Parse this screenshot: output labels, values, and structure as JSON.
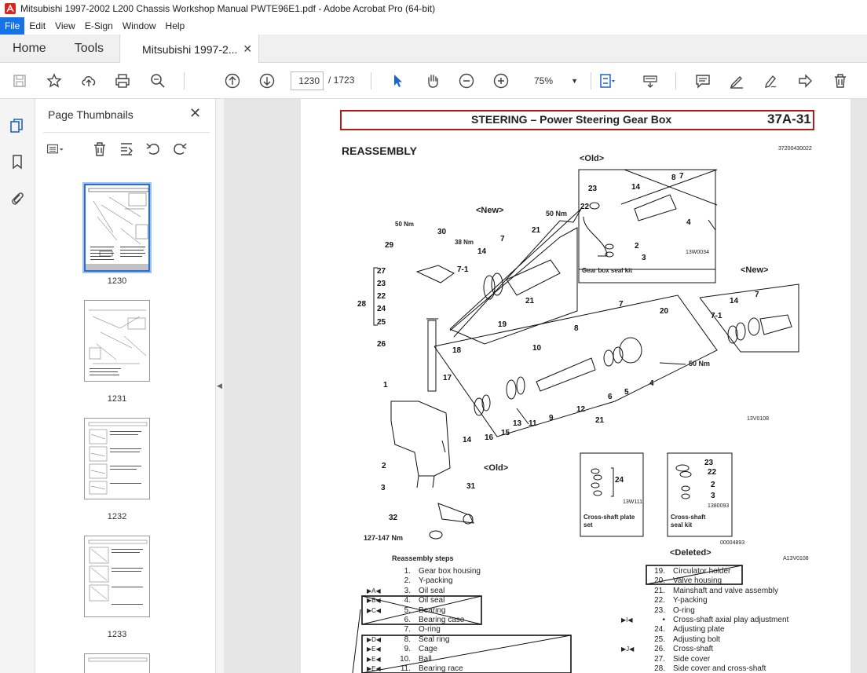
{
  "window": {
    "title": "Mitsubishi 1997-2002 L200 Chassis Workshop Manual PWTE96E1.pdf - Adobe Acrobat Pro (64-bit)"
  },
  "menu": [
    "File",
    "Edit",
    "View",
    "E-Sign",
    "Window",
    "Help"
  ],
  "tabs": {
    "home": "Home",
    "tools": "Tools",
    "document": "Mitsubishi 1997-2..."
  },
  "toolbar": {
    "current_page": "1230",
    "total_pages": "/ 1723",
    "zoom": "75%"
  },
  "panel": {
    "title": "Page Thumbnails"
  },
  "thumbnails": [
    {
      "label": "1230"
    },
    {
      "label": "1231"
    },
    {
      "label": "1232"
    },
    {
      "label": "1233"
    }
  ],
  "page": {
    "header": "STEERING – Power Steering Gear Box",
    "header_num": "37A-31",
    "section": "REASSEMBLY",
    "code": "37200430022",
    "label_old_top": "<Old>",
    "label_new_mid": "<New>",
    "label_new_right": "<New>",
    "label_old_mid": "<Old>",
    "label_deleted": "<Deleted>",
    "gear_box_seal_kit": "Gear box seal kit",
    "code_13w0034": "13W0034",
    "code_13v0108": "13V0108",
    "code_13w111": "13W111",
    "code_1380093": "1380093",
    "code_00004893": "00004893",
    "code_a13v0108": "A13V0108",
    "cross_shaft_plate_set": "Cross-shaft plate set",
    "cross_shaft_seal_kit": "Cross-shaft seal kit",
    "torque_50": "50 Nm",
    "torque_38": "38 Nm",
    "torque_127": "127-147 Nm",
    "steps_title": "Reassembly steps",
    "steps_left": [
      {
        "mark": "",
        "n": "1.",
        "t": "Gear box housing"
      },
      {
        "mark": "",
        "n": "2.",
        "t": "Y-packing"
      },
      {
        "mark": "▶A◀",
        "n": "3.",
        "t": "Oil seal"
      },
      {
        "mark": "▶B◀",
        "n": "4.",
        "t": "Oil seal"
      },
      {
        "mark": "▶C◀",
        "n": "5.",
        "t": "Bearing"
      },
      {
        "mark": "",
        "n": "6.",
        "t": "Bearing case"
      },
      {
        "mark": "",
        "n": "7.",
        "t": "O-ring"
      },
      {
        "mark": "▶D◀",
        "n": "8.",
        "t": "Seal ring"
      },
      {
        "mark": "▶E◀",
        "n": "9.",
        "t": "Cage"
      },
      {
        "mark": "▶E◀",
        "n": "10.",
        "t": "Ball"
      },
      {
        "mark": "▶E◀",
        "n": "11.",
        "t": "Bearing race"
      }
    ],
    "steps_right": [
      {
        "mark": "",
        "n": "19.",
        "t": "Circulator holder"
      },
      {
        "mark": "",
        "n": "20.",
        "t": "Valve housing"
      },
      {
        "mark": "",
        "n": "21.",
        "t": "Mainshaft and valve assembly"
      },
      {
        "mark": "",
        "n": "22.",
        "t": "Y-packing"
      },
      {
        "mark": "",
        "n": "23.",
        "t": "O-ring"
      },
      {
        "mark": "▶I◀",
        "n": "•",
        "t": "Cross-shaft axial play adjustment"
      },
      {
        "mark": "",
        "n": "24.",
        "t": "Adjusting plate"
      },
      {
        "mark": "",
        "n": "25.",
        "t": "Adjusting bolt"
      },
      {
        "mark": "▶J◀",
        "n": "26.",
        "t": "Cross-shaft"
      },
      {
        "mark": "",
        "n": "27.",
        "t": "Side cover"
      },
      {
        "mark": "",
        "n": "28.",
        "t": "Side cover and cross-shaft"
      }
    ]
  }
}
